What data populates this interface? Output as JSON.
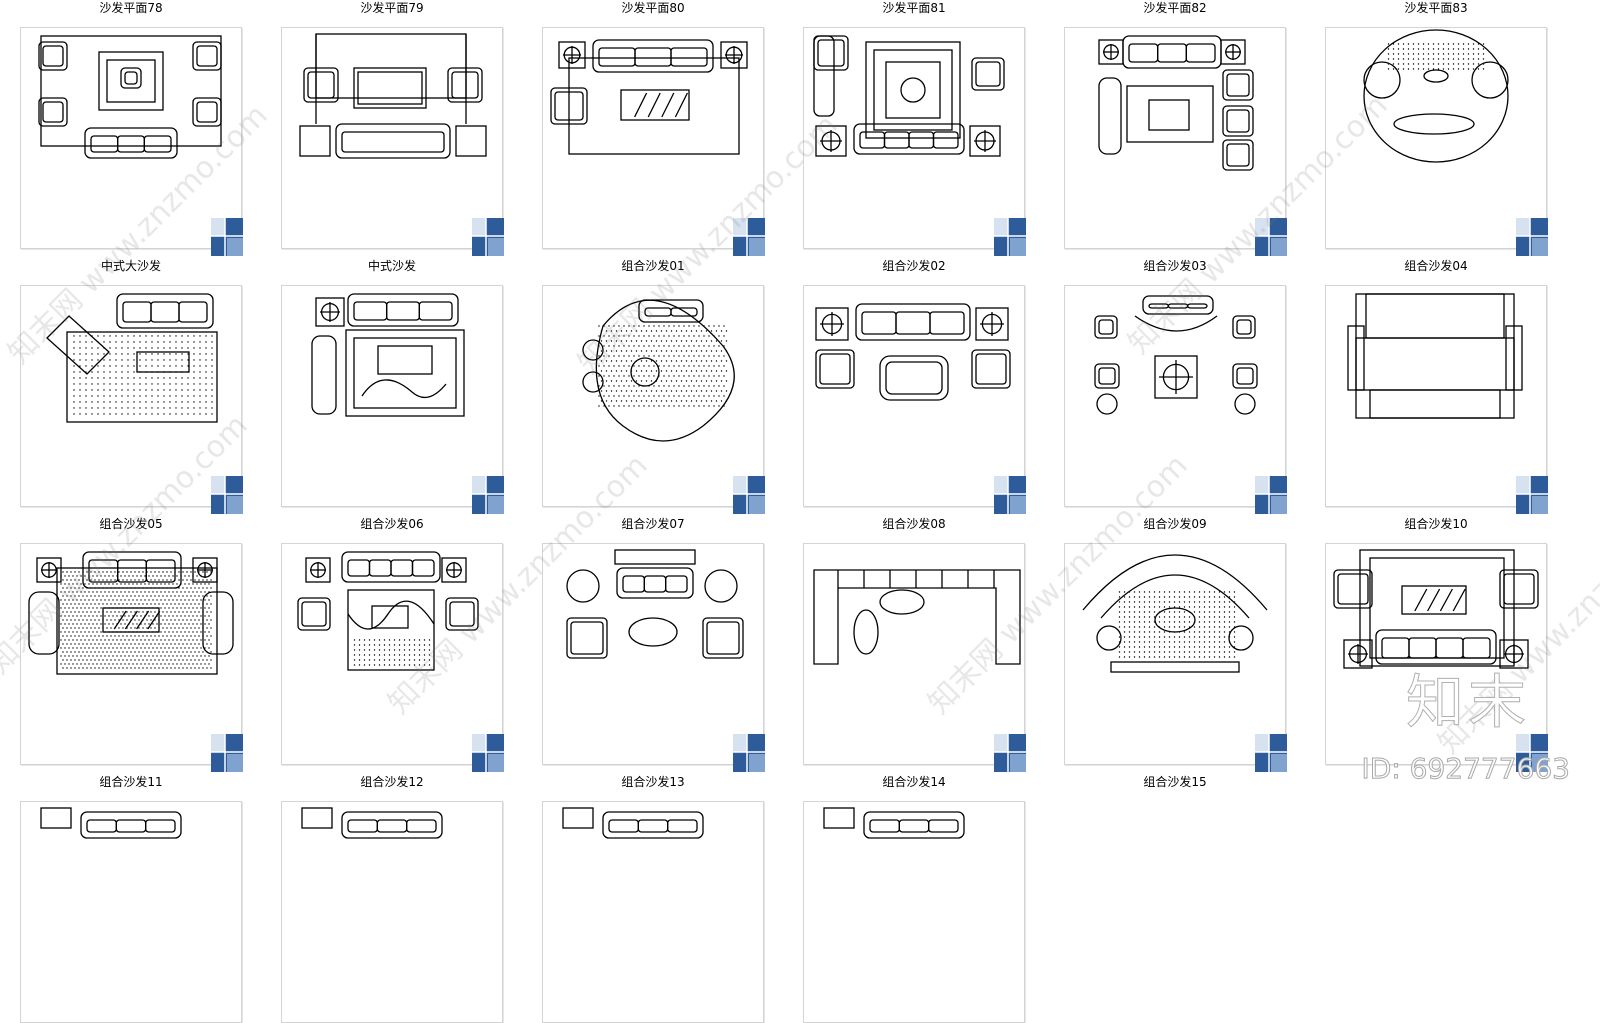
{
  "items": [
    {
      "caption": "沙发平面78",
      "plan": "rug-armchairs"
    },
    {
      "caption": "沙发平面79",
      "plan": "frame-bench"
    },
    {
      "caption": "沙发平面80",
      "plan": "three-seat-rug"
    },
    {
      "caption": "沙发平面81",
      "plan": "ornate-rug"
    },
    {
      "caption": "沙发平面82",
      "plan": "tub-chairs"
    },
    {
      "caption": "沙发平面83",
      "plan": "round-bed"
    },
    {
      "caption": "中式大沙发",
      "plan": "angled-rug"
    },
    {
      "caption": "中式沙发",
      "plan": "carved-rug"
    },
    {
      "caption": "组合沙发01",
      "plan": "blob-rug"
    },
    {
      "caption": "组合沙发02",
      "plan": "pair-tables"
    },
    {
      "caption": "组合沙发03",
      "plan": "scattered"
    },
    {
      "caption": "组合沙发04",
      "plan": "bed-frame"
    },
    {
      "caption": "组合沙发05",
      "plan": "dotted-rug"
    },
    {
      "caption": "组合沙发06",
      "plan": "wave-rug"
    },
    {
      "caption": "组合沙发07",
      "plan": "oval-table"
    },
    {
      "caption": "组合沙发08",
      "plan": "l-sofa"
    },
    {
      "caption": "组合沙发09",
      "plan": "curved-sofa"
    },
    {
      "caption": "组合沙发10",
      "plan": "framed-rug"
    },
    {
      "caption": "组合沙发11",
      "plan": "partial"
    },
    {
      "caption": "组合沙发12",
      "plan": "partial"
    },
    {
      "caption": "组合沙发13",
      "plan": "partial"
    },
    {
      "caption": "组合沙发14",
      "plan": "partial"
    },
    {
      "caption": "组合沙发15",
      "plan": "none"
    }
  ],
  "watermark": "知末网 www.znzmo.com",
  "brand_logo": "知末",
  "id_tag": "ID: 692777663",
  "colors": {
    "icon_blue": "#2e5c9a",
    "thumb_border": "#d4d4d4",
    "line": "#000000"
  }
}
